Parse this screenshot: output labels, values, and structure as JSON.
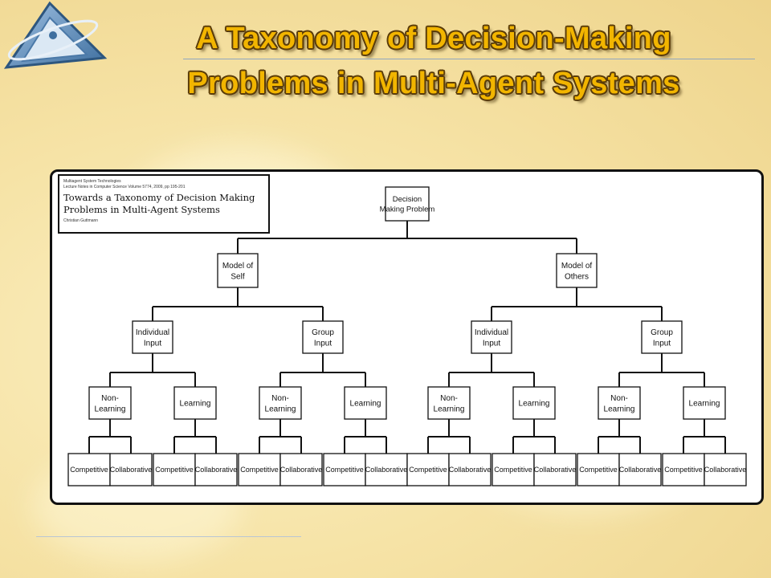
{
  "slide": {
    "title_line1": "A Taxonomy of Decision-Making",
    "title_line2": "Problems in Multi-Agent Systems"
  },
  "paper": {
    "series": "Multiagent System Technologies",
    "volume": "Lecture Notes in Computer Science Volume 5774, 2009, pp 195-201",
    "title_line1": "Towards a Taxonomy of Decision Making",
    "title_line2": "Problems in Multi-Agent Systems",
    "author": "Christian Guttmann"
  },
  "tree": {
    "root": [
      "Decision",
      "Making Problem"
    ],
    "model_self": [
      "Model of",
      "Self"
    ],
    "model_others": [
      "Model of",
      "Others"
    ],
    "individual": [
      "Individual",
      "Input"
    ],
    "group": [
      "Group",
      "Input"
    ],
    "non_learning": [
      "Non-",
      "Learning"
    ],
    "learning": [
      "Learning"
    ],
    "competitive": "Competitive",
    "collaborative": "Collaborative"
  },
  "colors": {
    "title": "#f2b500",
    "title_outline": "#5a3c0a",
    "rule": "#8fa6c0",
    "logo_blue": "#5f8fc0"
  }
}
